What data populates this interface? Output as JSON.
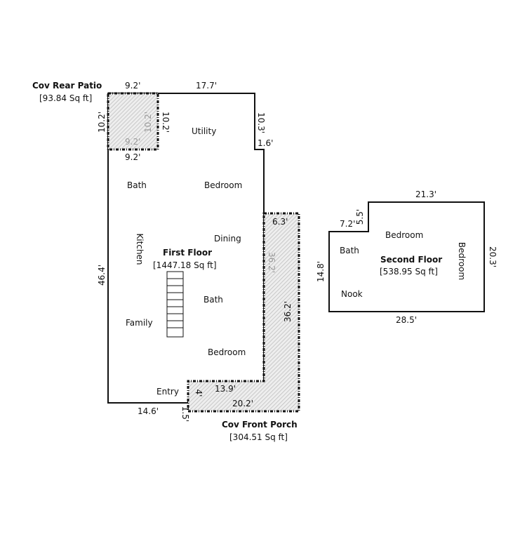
{
  "first_floor": {
    "title": "First Floor",
    "area": "[1447.18 Sq ft]",
    "rooms": {
      "utility": "Utility",
      "bath_upper": "Bath",
      "bedroom_upper": "Bedroom",
      "dining": "Dining",
      "kitchen": "Kitchen",
      "bath_lower": "Bath",
      "family": "Family",
      "bedroom_lower": "Bedroom",
      "entry": "Entry"
    },
    "dimensions": {
      "top": "17.7'",
      "right_upper": "10.3'",
      "right_step": "1.6'",
      "left": "46.4'",
      "bottom": "14.6'",
      "bottom_step": "1.5'"
    }
  },
  "rear_patio": {
    "title": "Cov Rear Patio",
    "area": "[93.84 Sq ft]",
    "dimensions": {
      "top": "9.2'",
      "left": "10.2'",
      "right": "10.2'",
      "bottom_outer": "9.2'",
      "bottom_inner": "9.2'",
      "inner_side": "10.2'"
    }
  },
  "front_porch": {
    "title": "Cov Front Porch",
    "area": "[304.51 Sq ft]",
    "dimensions": {
      "top": "6.3'",
      "right": "36.2'",
      "inner_vertical": "36.2'",
      "inner_horizontal": "13.9'",
      "bottom": "20.2'",
      "left": "4'"
    }
  },
  "second_floor": {
    "title": "Second Floor",
    "area": "[538.95 Sq ft]",
    "rooms": {
      "bedroom_top": "Bedroom",
      "bath": "Bath",
      "nook": "Nook",
      "bedroom_side": "Bedroom"
    },
    "dimensions": {
      "top": "21.3'",
      "step_vertical": "5.5'",
      "step_horizontal": "7.2'",
      "left": "14.8'",
      "right": "20.3'",
      "bottom": "28.5'"
    }
  }
}
